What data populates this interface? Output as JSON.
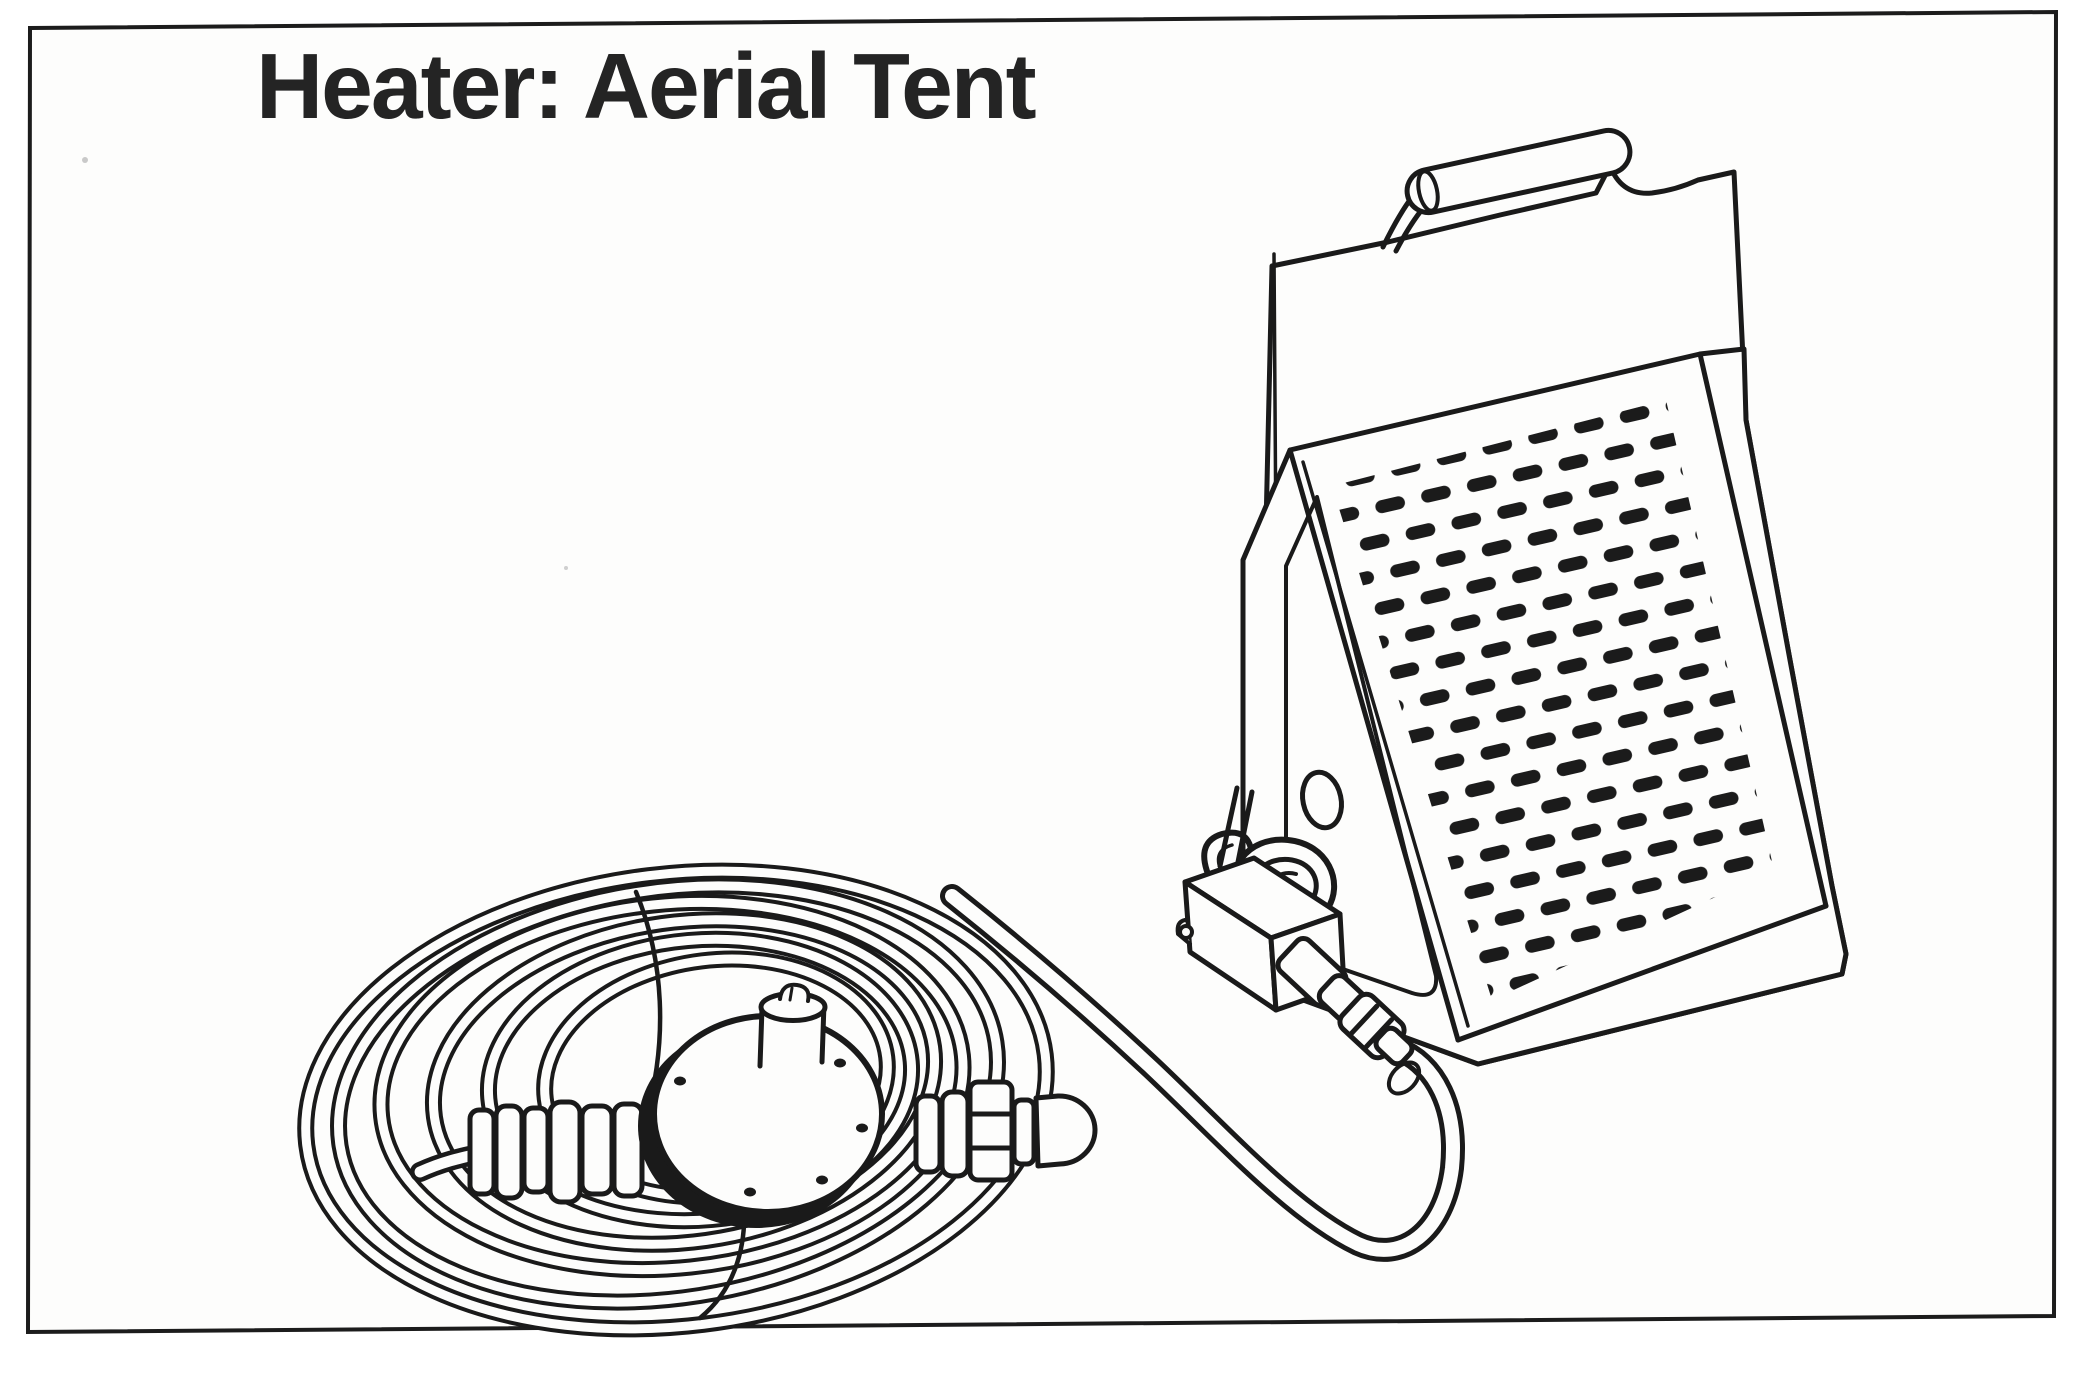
{
  "title": "Heater: Aerial Tent",
  "colors": {
    "paper": "#fdfdfc",
    "ink": "#1a1a1a",
    "title_ink": "#242424",
    "vent_ink": "#1b1b1b",
    "speckle": "#c9c9c9"
  },
  "figure": {
    "caption": "Heater: Aerial Tent",
    "parts": [
      "heater-unit",
      "back-panel",
      "carry-handle",
      "vent-grille",
      "side-panel",
      "panel-screw",
      "inspection-hole",
      "gas-valve-assembly",
      "burner-elbow",
      "hose-coupling-stack",
      "supply-hose",
      "hose-coil",
      "coil-manifold",
      "manifold-cap",
      "fitting-bar",
      "hex-coupling",
      "quick-connect-plug"
    ]
  }
}
